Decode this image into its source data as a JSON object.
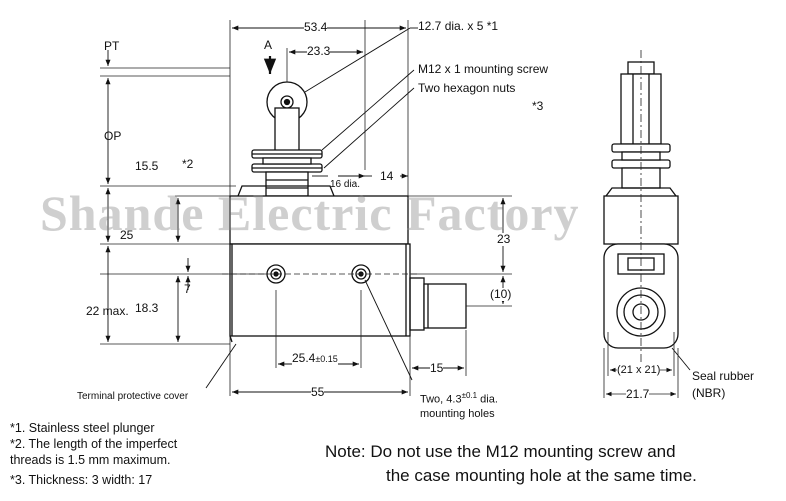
{
  "watermark": "Shande Electric Factory",
  "dims": {
    "d53": "53.4",
    "d23_3": "23.3",
    "d14": "14",
    "d16dia": "16 dia.",
    "d15_5": "15.5",
    "d25": "25",
    "d23": "23",
    "d7": "7",
    "d10": "(10)",
    "d22max": "22 max.",
    "d18_3": "18.3",
    "d25_4": "25.4",
    "d25_4_tol": "±0.15",
    "d15": "15",
    "d55": "55",
    "d21x21": "(21 x 21)",
    "d21_7": "21.7"
  },
  "labels": {
    "pt": "PT",
    "op": "OP",
    "a": "A",
    "star2": "*2",
    "roller": "12.7 dia. x 5  *1",
    "m12": "M12 x 1 mounting screw",
    "hex": "Two hexagon nuts",
    "star3": "*3",
    "holes_a": "Two, 4.3",
    "holes_tol": "±0.1",
    "holes_b": " dia.",
    "holes_c": "mounting holes",
    "terminal": "Terminal protective cover",
    "seal1": "Seal rubber",
    "seal2": "(NBR)"
  },
  "footnotes": [
    "*1.  Stainless steel plunger",
    "*2.  The length of the imperfect",
    "      threads is 1.5 mm maximum.",
    "*3.  Thickness: 3  width: 17"
  ],
  "note": {
    "line1": "Note:  Do not use the M12 mounting screw and",
    "line2": "the case mounting hole at the same time."
  }
}
